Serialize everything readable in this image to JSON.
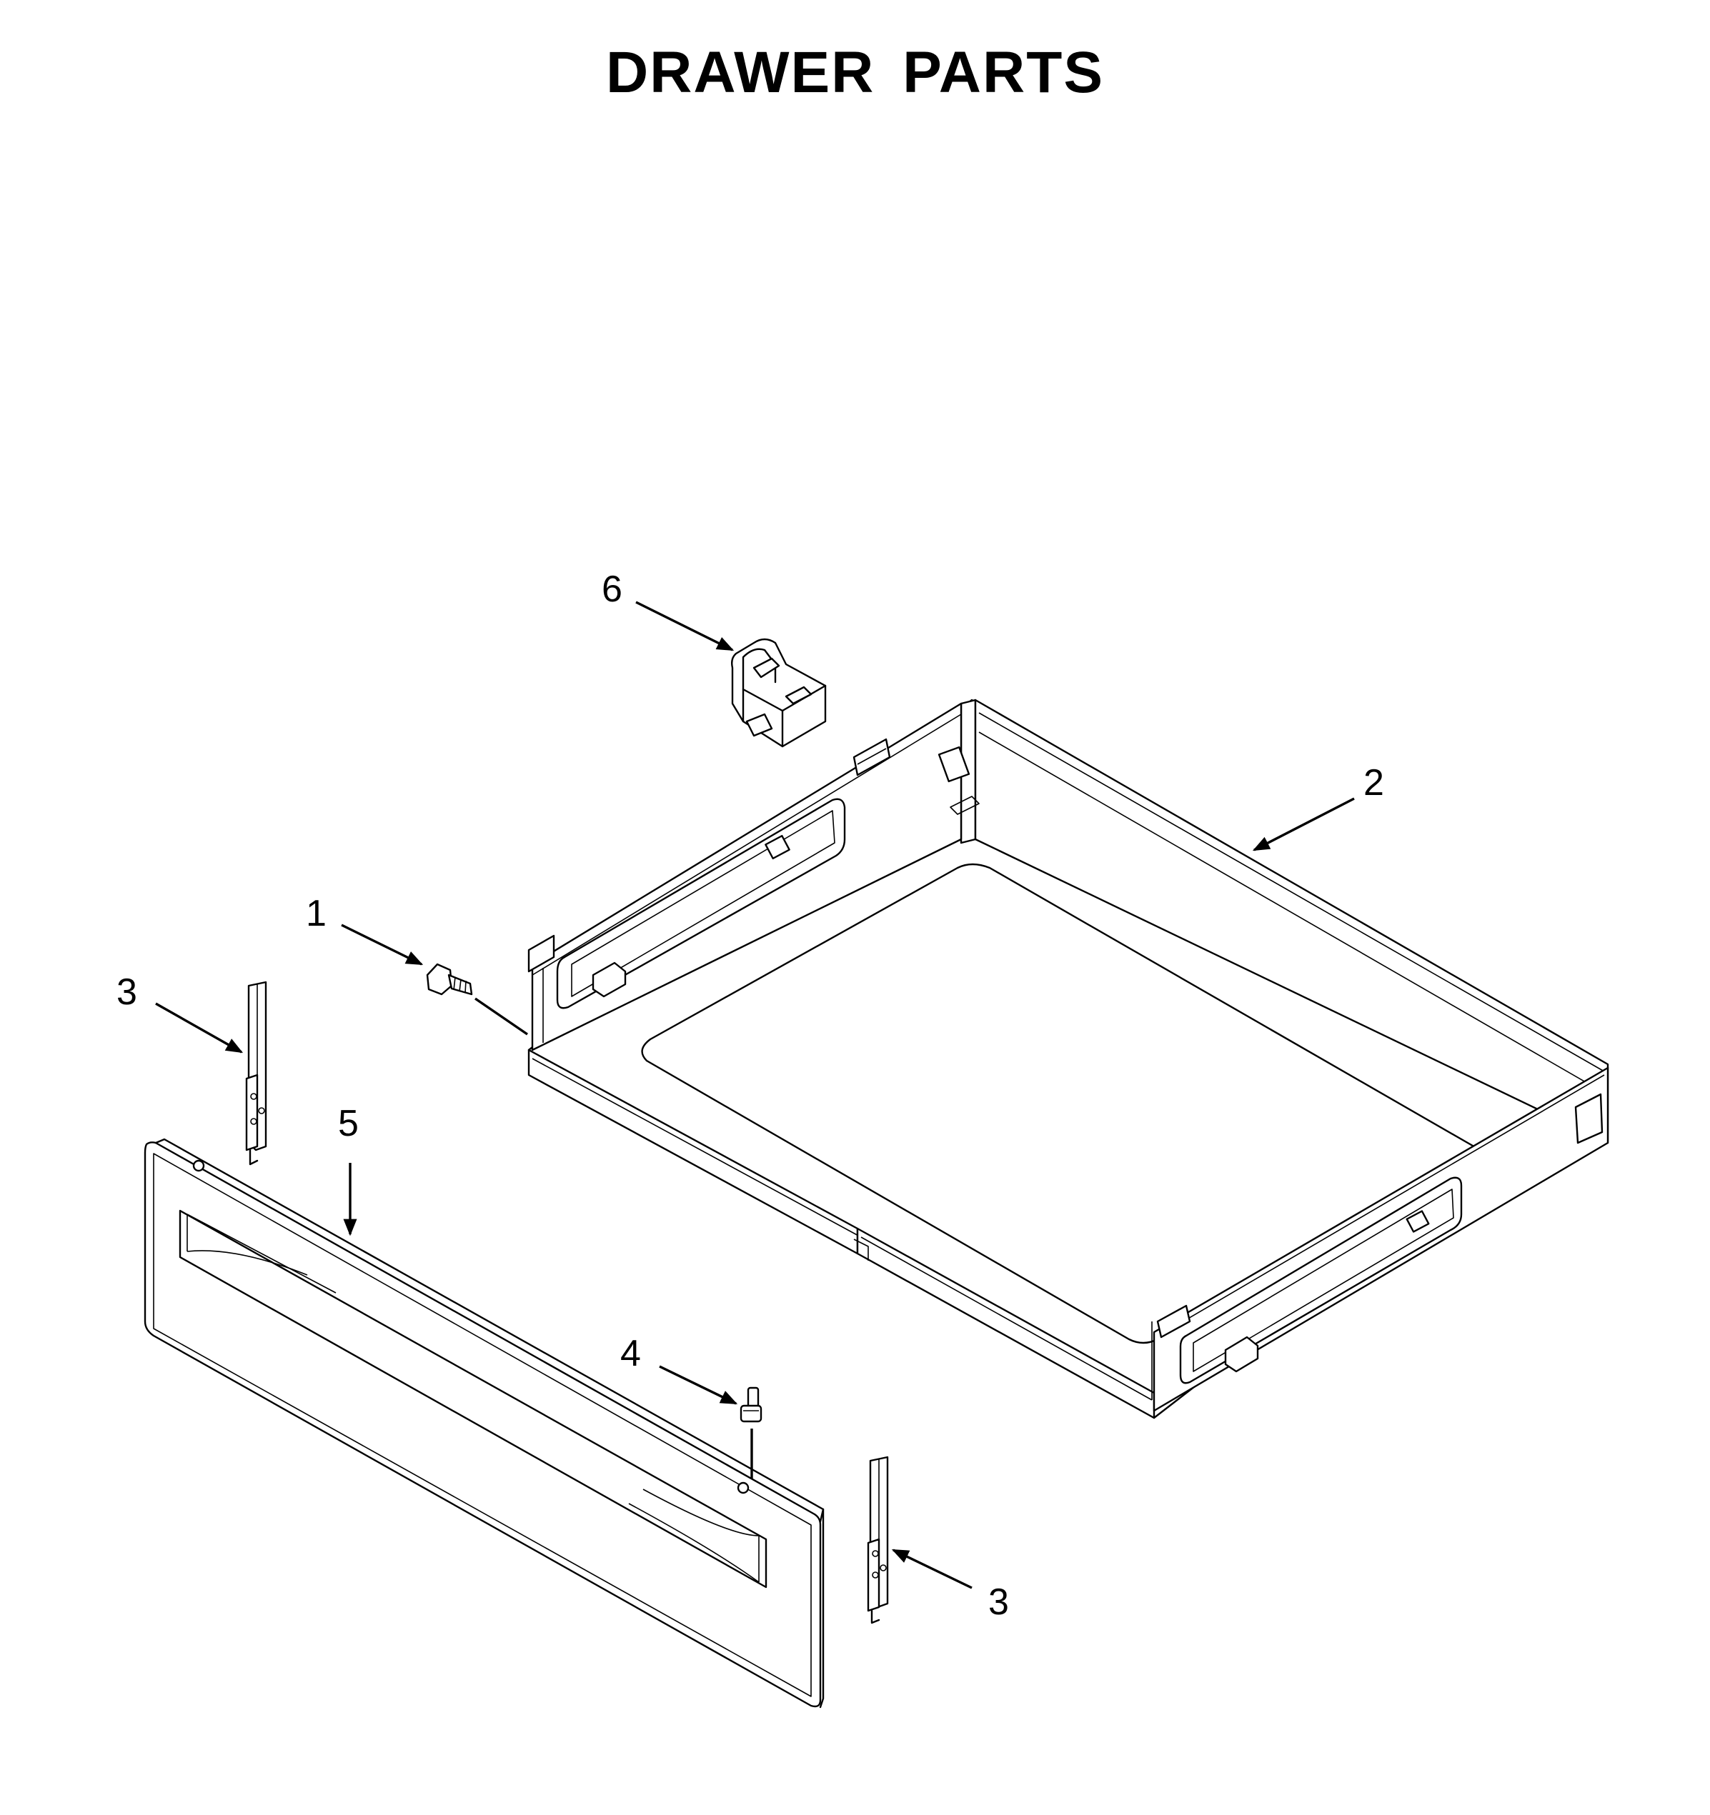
{
  "title": "DRAWER PARTS",
  "callouts": {
    "c1": "1",
    "c2": "2",
    "c3a": "3",
    "c3b": "3",
    "c4": "4",
    "c5": "5",
    "c6": "6"
  },
  "parts": [
    {
      "ref": "1",
      "icon": "screw-icon"
    },
    {
      "ref": "2",
      "icon": "drawer-body-icon"
    },
    {
      "ref": "3",
      "icon": "drawer-slide-rail-icon"
    },
    {
      "ref": "4",
      "icon": "stud-icon"
    },
    {
      "ref": "5",
      "icon": "drawer-front-panel-icon"
    },
    {
      "ref": "6",
      "icon": "stop-bracket-icon"
    }
  ],
  "colors": {
    "line": "#000000",
    "background": "#ffffff"
  }
}
